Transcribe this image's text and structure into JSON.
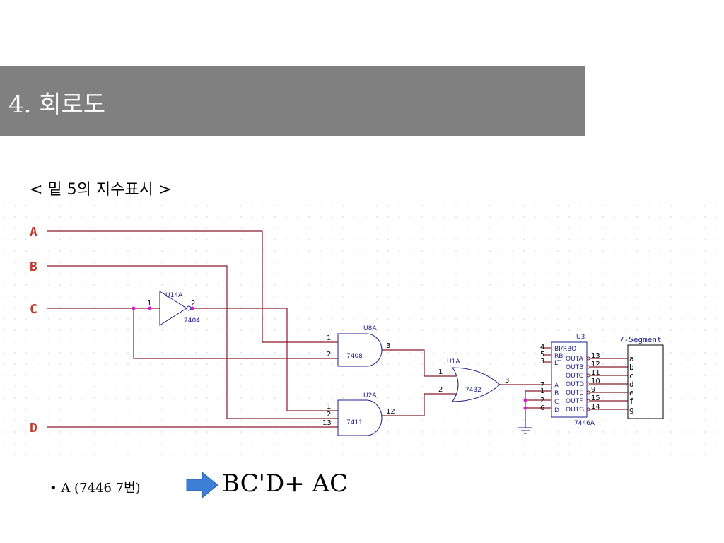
{
  "title": "4. 회로도",
  "subtitle": "< 밑 5의 지수표시 >",
  "circuit": {
    "inputs": [
      "A",
      "B",
      "C",
      "D"
    ],
    "inverter": {
      "ref": "U14A",
      "part": "7404",
      "pin_in": "1",
      "pin_out": "2"
    },
    "and_top": {
      "ref": "U8A",
      "part": "7408",
      "pins": [
        "1",
        "2",
        "3"
      ]
    },
    "and_bottom": {
      "ref": "U2A",
      "part": "7411",
      "pins": [
        "1",
        "2",
        "13",
        "12"
      ]
    },
    "or_gate": {
      "ref": "U1A",
      "part": "7432",
      "pins": [
        "1",
        "2",
        "3"
      ]
    },
    "decoder": {
      "ref": "U3",
      "part": "7446A",
      "left_pins": [
        "4",
        "5",
        "3",
        "7",
        "1",
        "2",
        "6"
      ],
      "left_labels": [
        "BI/RBO",
        "RBI",
        "LT",
        "A",
        "B",
        "C",
        "D"
      ],
      "right_labels": [
        "OUTA",
        "OUTB",
        "OUTC",
        "OUTD",
        "OUTE",
        "OUTF",
        "OUTG"
      ],
      "right_pins": [
        "13",
        "12",
        "11",
        "10",
        "9",
        "15",
        "14"
      ]
    },
    "display": {
      "label": "7-Segment",
      "segments": [
        "a",
        "b",
        "c",
        "d",
        "e",
        "f",
        "g"
      ]
    }
  },
  "bullet": "• A (7446 7번)",
  "formula": "BC'D+ AC",
  "colors": {
    "title_bg": "#808080",
    "arrow": "#3d7fd6",
    "wire": "#8b1a2a",
    "signal": "#c0392b"
  }
}
